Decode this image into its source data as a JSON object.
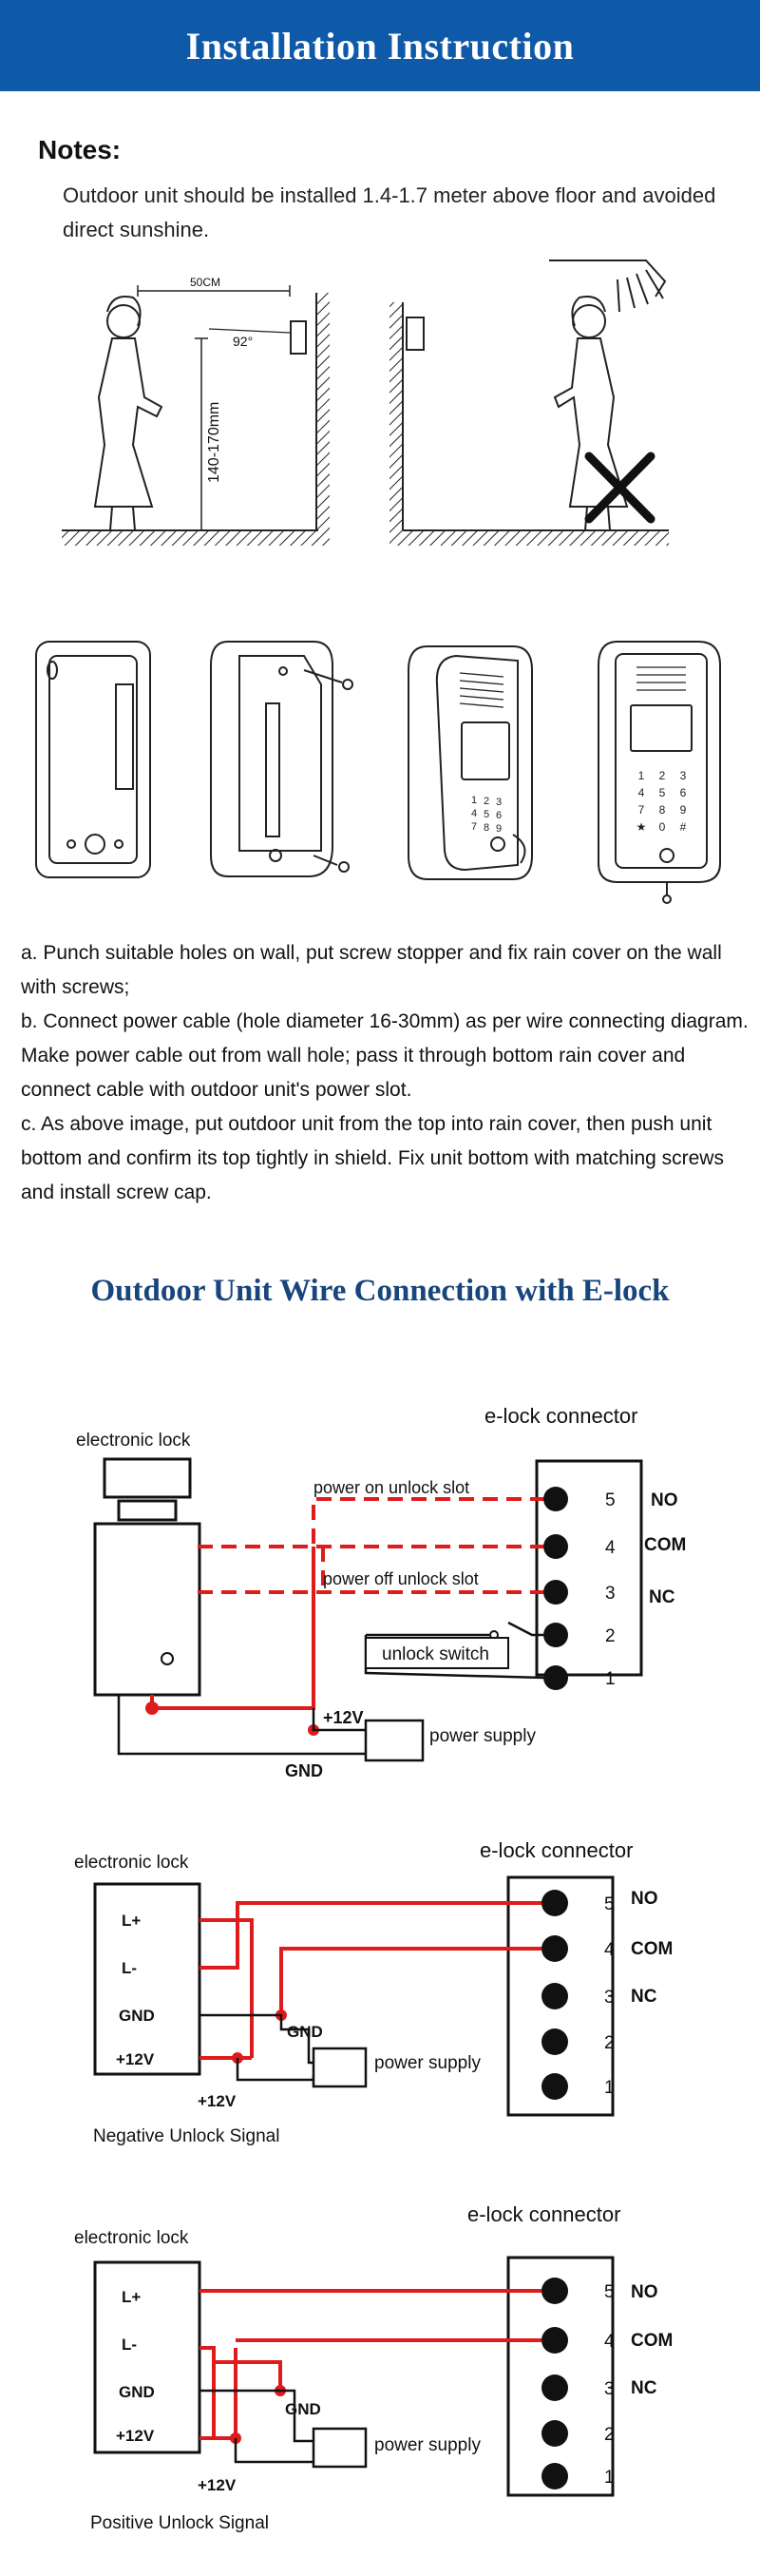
{
  "header": {
    "title": "Installation Instruction"
  },
  "notes": {
    "title": "Notes:",
    "text": "Outdoor unit should be installed 1.4-1.7 meter above floor and avoided direct sunshine."
  },
  "fig1": {
    "dist_label": "50CM",
    "angle_label": "92°",
    "height_label": "140-170mm"
  },
  "keypad": {
    "keys": [
      "1",
      "2",
      "3",
      "4",
      "5",
      "6",
      "7",
      "8",
      "9",
      "★",
      "0",
      "#"
    ]
  },
  "steps": [
    "a. Punch suitable holes on wall, put screw stopper and fix rain cover on the wall with screws;",
    "b. Connect power cable (hole diameter 16-30mm) as per wire connecting diagram. Make power cable out from wall hole; pass it through bottom rain cover and connect cable with outdoor unit's power slot.",
    "c. As above image, put outdoor unit from the top into rain cover, then push unit bottom and confirm its top tightly in shield. Fix unit bottom with matching screws and install screw cap."
  ],
  "section2": {
    "title": "Outdoor Unit Wire Connection with E-lock"
  },
  "diagram1": {
    "connector_title": "e-lock connector",
    "lock_title": "electronic lock",
    "pins": [
      "5",
      "4",
      "3",
      "2",
      "1"
    ],
    "pin_labels": [
      "NO",
      "COM",
      "NC"
    ],
    "power_on_label": "power on unlock slot",
    "power_off_label": "power off unlock slot",
    "switch_label": "unlock switch",
    "plus12_label": "+12V",
    "gnd_label": "GND",
    "power_supply_label": "power supply"
  },
  "diagram2": {
    "connector_title": "e-lock connector",
    "lock_title": "electronic lock",
    "terminals": [
      "L+",
      "L-",
      "GND",
      "+12V"
    ],
    "pins": [
      "5",
      "4",
      "3",
      "2",
      "1"
    ],
    "pin_labels": [
      "NO",
      "COM",
      "NC"
    ],
    "gnd_label": "GND",
    "plus12_label": "+12V",
    "power_supply_label": "power supply",
    "caption": "Negative Unlock Signal"
  },
  "diagram3": {
    "connector_title": "e-lock connector",
    "lock_title": "electronic lock",
    "terminals": [
      "L+",
      "L-",
      "GND",
      "+12V"
    ],
    "pins": [
      "5",
      "4",
      "3",
      "2",
      "1"
    ],
    "pin_labels": [
      "NO",
      "COM",
      "NC"
    ],
    "gnd_label": "GND",
    "plus12_label": "+12V",
    "power_supply_label": "power supply",
    "caption": "Positive Unlock Signal"
  },
  "colors": {
    "banner": "#0f59a9",
    "section_title": "#17457c",
    "wire_red": "#e01b1b"
  }
}
